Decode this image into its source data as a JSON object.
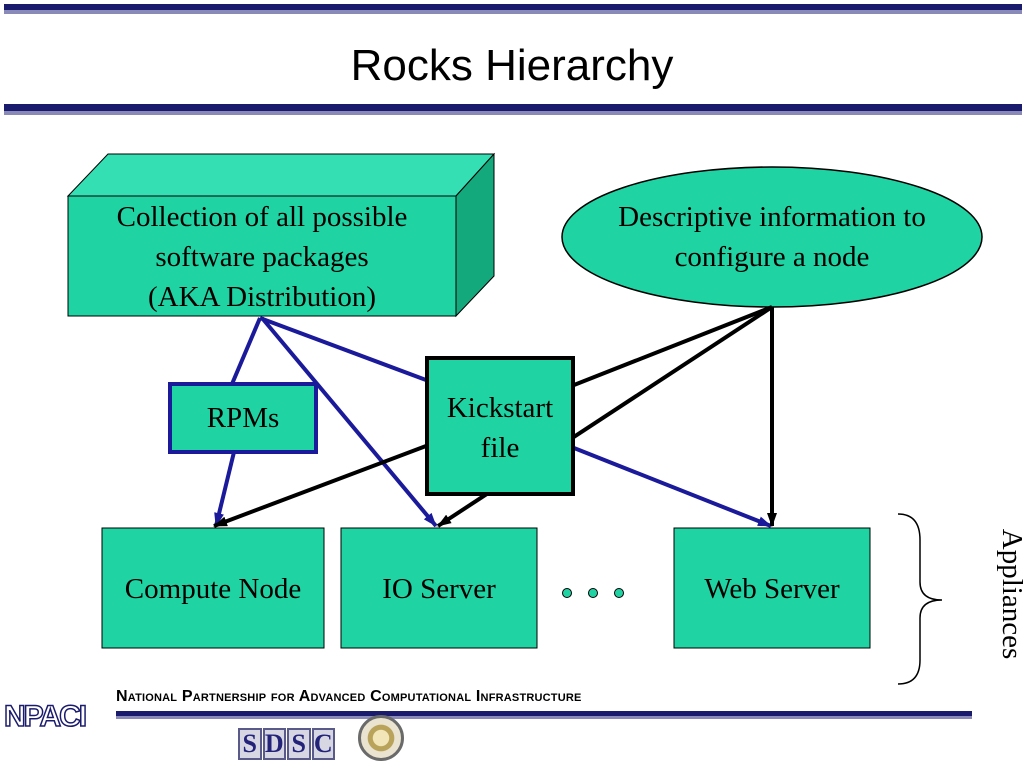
{
  "title": "Rocks Hierarchy",
  "nodes": {
    "distribution": [
      "Collection of all possible",
      "software packages",
      "(AKA Distribution)"
    ],
    "descriptive": [
      "Descriptive information to",
      "configure a node"
    ],
    "rpms": "RPMs",
    "kickstart": [
      "Kickstart",
      "file"
    ],
    "compute_node": "Compute Node",
    "io_server": "IO Server",
    "web_server": "Web Server",
    "ellipsis": "• • •"
  },
  "brace_label": "Appliances",
  "footer": {
    "text": "National Partnership for Advanced Computational Infrastructure",
    "logo_npaci": "NPACI",
    "logo_sdsc": [
      "S",
      "D",
      "S",
      "C"
    ]
  },
  "colors": {
    "box_fill": "#1fd3a3",
    "box_top": "#35dfb4",
    "box_side": "#14a87d",
    "blue_arrow": "#1a1a9a",
    "black_arrow": "#000000",
    "bar_dark": "#1b1b6e"
  }
}
